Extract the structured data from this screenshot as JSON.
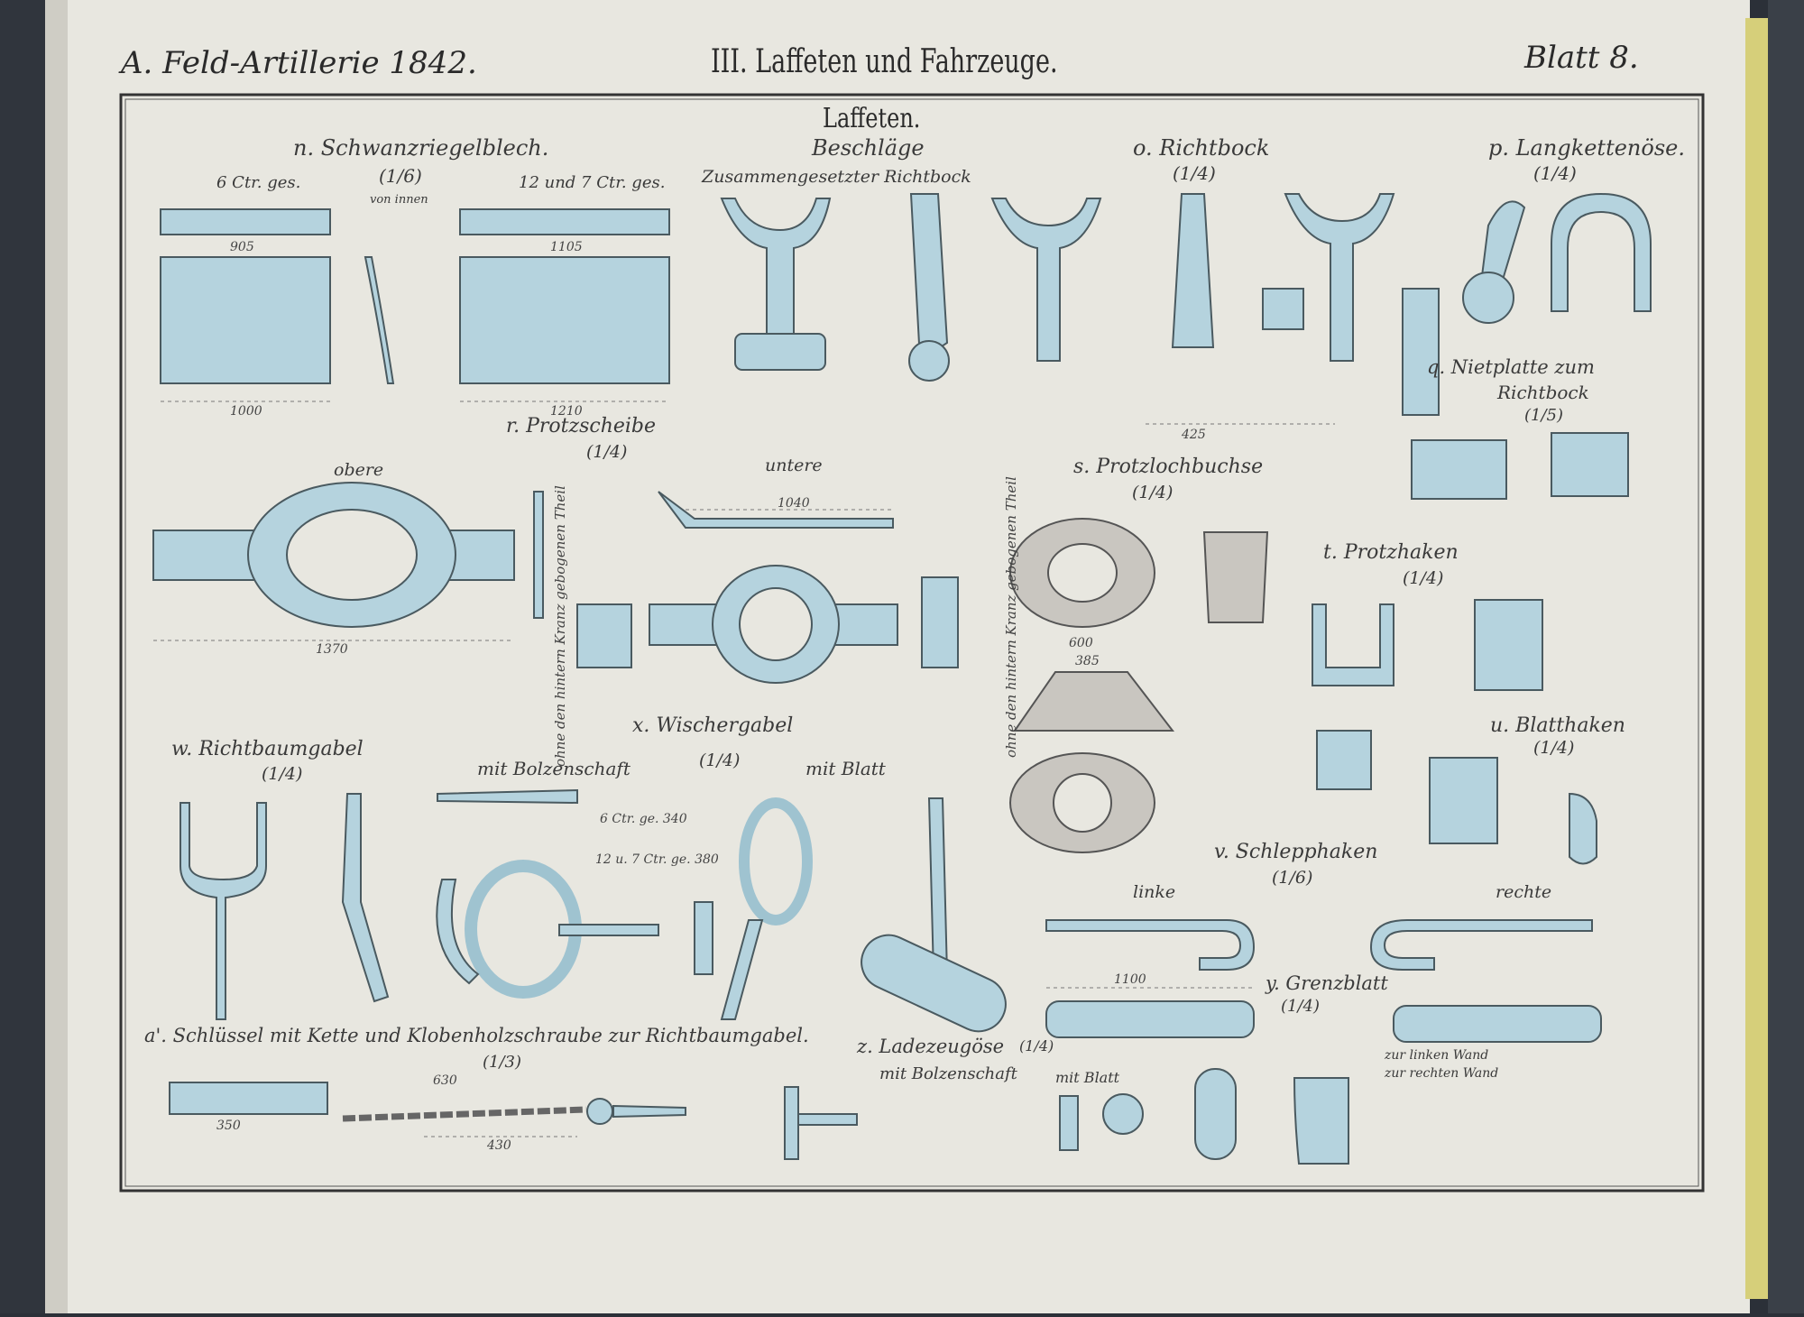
{
  "header": {
    "left": "A. Feld-Artillerie 1842.",
    "center": "III. Laffeten und Fahrzeuge.",
    "right": "Blatt 8."
  },
  "section_title": "Laffeten.",
  "labels": {
    "n": "n. Schwanzriegelblech.",
    "n_scale": "(1/6)",
    "n_left": "6 Ctr. ges.",
    "n_right": "12 und 7 Ctr. ges.",
    "n_inner": "von innen",
    "beschlaege": "Beschläge",
    "zus_richtbock": "Zusammengesetzter Richtbock",
    "o": "o. Richtbock",
    "o_scale": "(1/4)",
    "p": "p. Langkettenöse.",
    "p_scale": "(1/4)",
    "q": "q. Nietplatte zum",
    "q2": "Richtbock",
    "q_scale": "(1/5)",
    "r": "r. Protzscheibe",
    "r_scale": "(1/4)",
    "obere": "obere",
    "untere": "untere",
    "s": "s. Protzlochbuchse",
    "s_scale": "(1/4)",
    "t": "t. Protzhaken",
    "t_scale": "(1/4)",
    "u": "u. Blatthaken",
    "u_scale": "(1/4)",
    "w": "w. Richtbaumgabel",
    "w_scale": "(1/4)",
    "mit_bolzenschaft": "mit Bolzenschaft",
    "x": "x. Wischergabel",
    "x_scale": "(1/4)",
    "mit_blatt": "mit Blatt",
    "v": "v. Schlepphaken",
    "v_scale": "(1/6)",
    "linke": "linke",
    "rechte": "rechte",
    "y": "y. Grenzblatt",
    "y_scale": "(1/4)",
    "a": "a'. Schlüssel mit Kette und Klobenholzschraube zur Richtbaumgabel.",
    "a_scale": "(1/3)",
    "z": "z. Ladezeugöse",
    "z_scale": "(1/4)",
    "z_bolzen": "mit Bolzenschaft",
    "z_blatt": "mit Blatt",
    "linke_wand": "zur linken Wand",
    "rechte_wand": "zur rechten Wand",
    "vert_r": "ohne den hintern Kranz gebogenen Theil",
    "vert_s": "ohne den hintern Kranz gebogenen Theil"
  },
  "dimensions": {
    "d1": "1000",
    "d2": "1210",
    "d3": "905",
    "d4": "1105",
    "d5": "1370",
    "d6": "1040",
    "d7": "1100",
    "d8": "430",
    "d9": "630",
    "d10": "350",
    "d11": "425",
    "d12": "600",
    "d13": "385",
    "d14": "6 Ctr. ge. 340",
    "d15": "12 u. 7 Ctr. ge. 380"
  },
  "colors": {
    "paper": "#e8e7e0",
    "blue": "#b5d3de",
    "gray": "#c9c6c0",
    "ink": "#3a3a3a"
  }
}
